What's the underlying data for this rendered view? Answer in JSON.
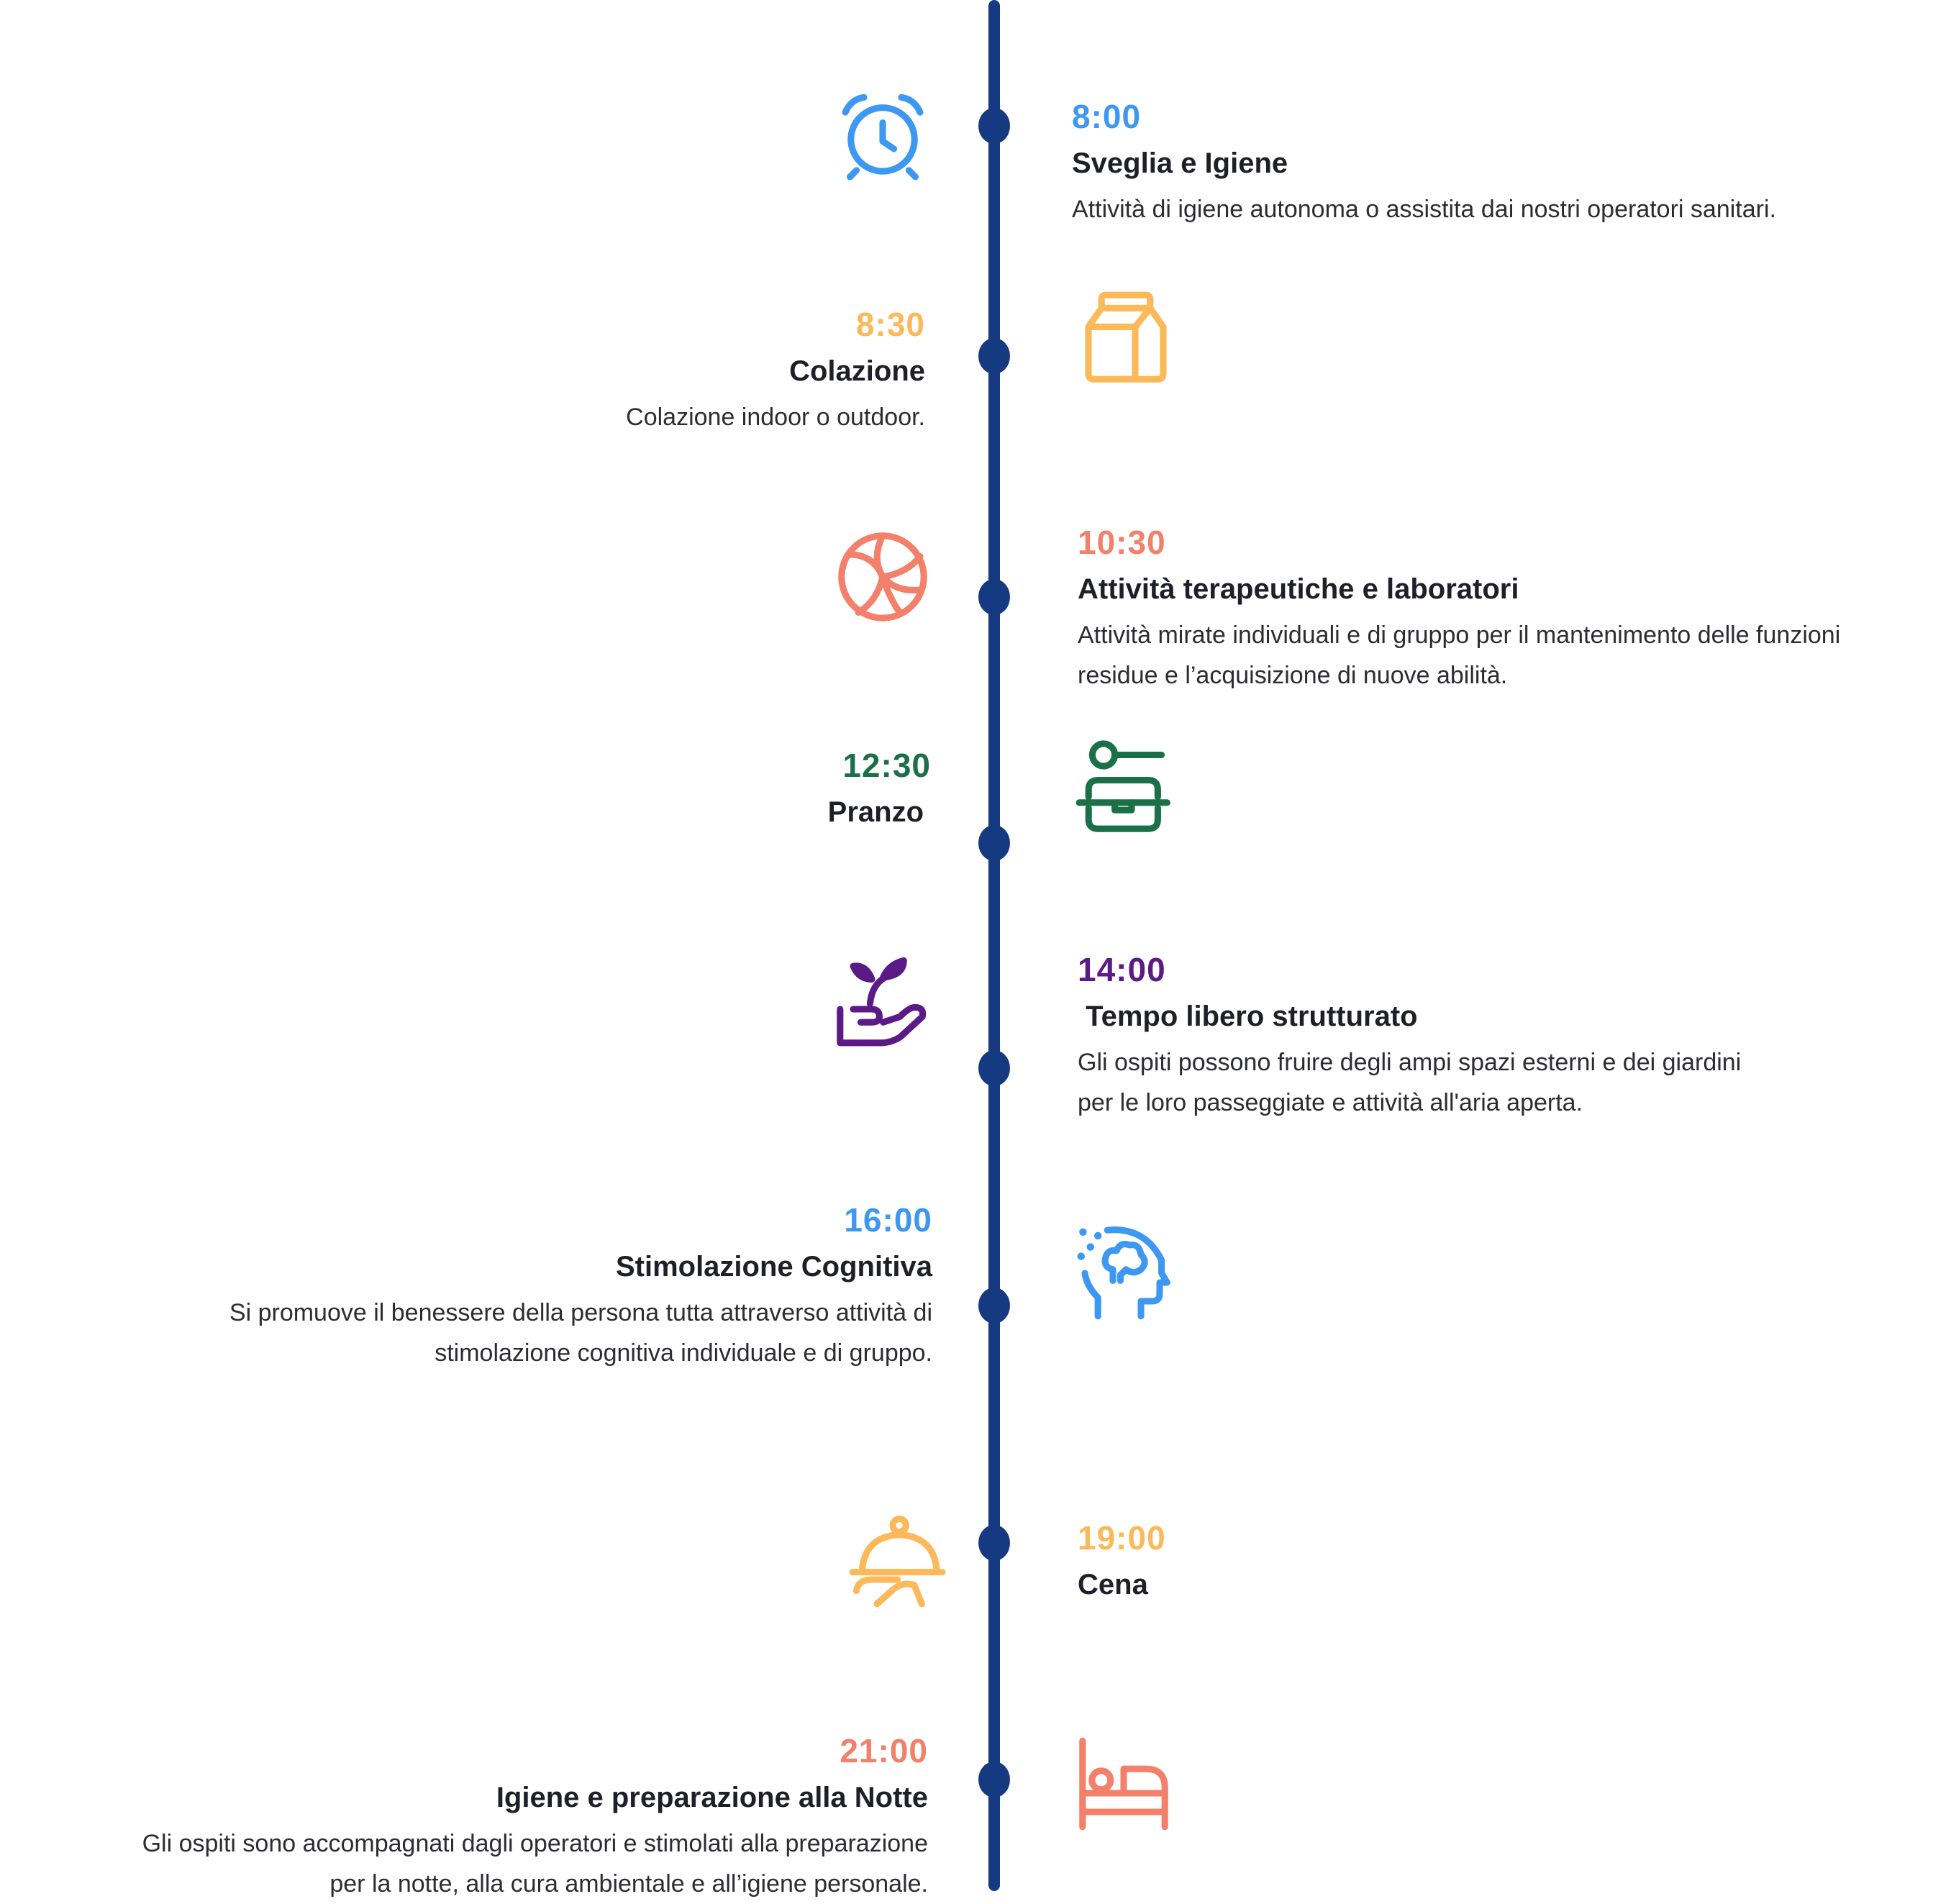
{
  "colors": {
    "axis": "#153a82",
    "blue": "#3d98f2",
    "orange": "#fbb95a",
    "coral": "#f3806a",
    "green": "#1b7047",
    "purple": "#5b1a86"
  },
  "entries": [
    {
      "time": "8:00",
      "title": "Sveglia e Igiene",
      "description": "Attività di igiene autonoma o assistita dai nostri operatori sanitari.",
      "icon": "alarm-clock-icon",
      "color": "#3d98f2"
    },
    {
      "time": "8:30",
      "title": "Colazione",
      "description": "Colazione indoor o outdoor.",
      "icon": "milk-carton-icon",
      "color": "#fbb95a"
    },
    {
      "time": "10:30",
      "title": "Attività terapeutiche e laboratori",
      "description": "Attività mirate individuali e di gruppo per il mantenimento delle funzioni\nresidue e l’acquisizione di nuove abilità.",
      "icon": "volleyball-icon",
      "color": "#f3806a"
    },
    {
      "time": "12:30",
      "title": "Pranzo",
      "description": "",
      "icon": "lunch-box-spoon-icon",
      "color": "#1b7047"
    },
    {
      "time": "14:00",
      "title": " Tempo libero strutturato",
      "description": "Gli ospiti possono fruire degli ampi spazi esterni e dei giardini\nper le loro passeggiate e attività all'aria aperta.",
      "icon": "plant-hand-icon",
      "color": "#5b1a86"
    },
    {
      "time": "16:00",
      "title": "Stimolazione Cognitiva",
      "description": "Si promuove il benessere della persona tutta attraverso attività di\nstimolazione cognitiva individuale e di gruppo.",
      "icon": "brain-head-icon",
      "color": "#3d98f2"
    },
    {
      "time": "19:00",
      "title": "Cena",
      "description": "",
      "icon": "serving-cloche-icon",
      "color": "#fbb95a"
    },
    {
      "time": "21:00",
      "title": "Igiene e preparazione alla Notte",
      "description": "Gli ospiti sono accompagnati dagli operatori e stimolati alla preparazione\nper la notte, alla cura ambientale e all’igiene personale.",
      "icon": "bed-icon",
      "color": "#f3806a"
    }
  ]
}
